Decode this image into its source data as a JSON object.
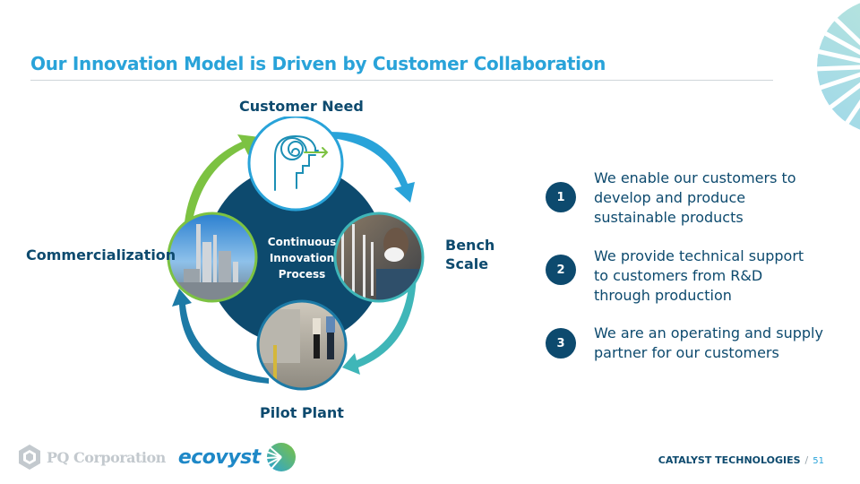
{
  "slide": {
    "title": "Our Innovation Model is Driven by Customer Collaboration",
    "colors": {
      "title": "#29a3d9",
      "navy": "#0d4a6e",
      "green": "#7cc242",
      "blue": "#29a3d9",
      "teal": "#3fb6b8",
      "deep_blue": "#1c7aa6"
    }
  },
  "cycle": {
    "center_label": "Continuous Innovation Process",
    "stages": [
      {
        "label": "Customer Need",
        "image": "head-spiral-icon"
      },
      {
        "label": "Bench Scale",
        "image": "lab-scientist-photo"
      },
      {
        "label": "Pilot Plant",
        "image": "pilot-plant-photo"
      },
      {
        "label": "Commercialization",
        "image": "refinery-photo"
      }
    ]
  },
  "points": [
    {
      "number": "1",
      "text": "We enable our customers to\ndevelop and produce\nsustainable products"
    },
    {
      "number": "2",
      "text": "We provide technical support\nto customers from R&D\nthrough production"
    },
    {
      "number": "3",
      "text": "We are an operating and supply\npartner for our customers"
    }
  ],
  "footer": {
    "logo_pq": "PQ Corporation",
    "logo_eco": "ecovyst",
    "division": "CATALYST TECHNOLOGIES",
    "separator": "/",
    "page_number": "51"
  }
}
